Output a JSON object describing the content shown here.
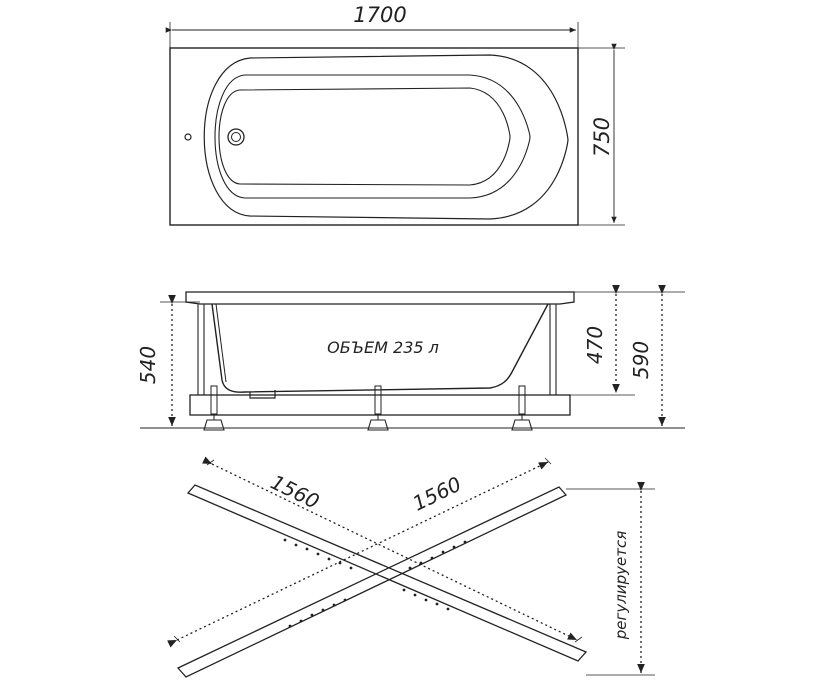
{
  "top_view": {
    "length": "1700",
    "width": "750"
  },
  "side_view": {
    "volume_label": "ОБЪЕМ 235 л",
    "leg_height": "540",
    "tub_depth": "470",
    "total_height": "590"
  },
  "frame": {
    "diag_1": "1560",
    "diag_2": "1560",
    "adjustable": "регулируется"
  }
}
